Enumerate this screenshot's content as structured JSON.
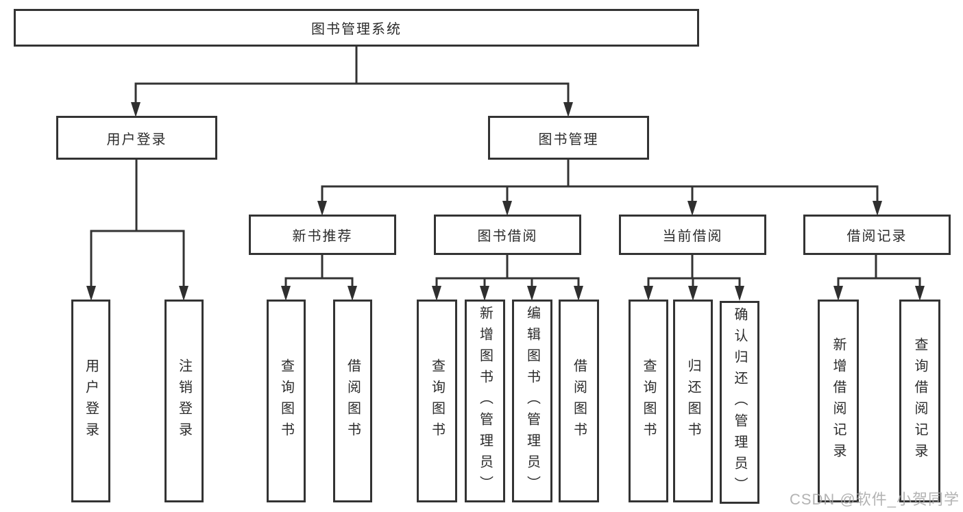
{
  "root": {
    "label": "图书管理系统"
  },
  "branches": [
    {
      "label": "用户登录",
      "children": [
        {
          "label": "用户登录"
        },
        {
          "label": "注销登录"
        }
      ]
    },
    {
      "label": "图书管理",
      "children": [
        {
          "label": "新书推荐",
          "children": [
            {
              "label": "查询图书"
            },
            {
              "label": "借阅图书"
            }
          ]
        },
        {
          "label": "图书借阅",
          "children": [
            {
              "label": "查询图书"
            },
            {
              "label": "新增图书（管理员）"
            },
            {
              "label": "编辑图书（管理员）"
            },
            {
              "label": "借阅图书"
            }
          ]
        },
        {
          "label": "当前借阅",
          "children": [
            {
              "label": "查询图书"
            },
            {
              "label": "归还图书"
            },
            {
              "label": "确认归还（管理员）"
            }
          ]
        },
        {
          "label": "借阅记录",
          "children": [
            {
              "label": "新增借阅记录"
            },
            {
              "label": "查询借阅记录"
            }
          ]
        }
      ]
    }
  ],
  "watermark": "CSDN @软件_小贺同学",
  "colors": {
    "line": "#333333",
    "text": "#2b2b2b",
    "watermark": "#a6a6a6"
  }
}
